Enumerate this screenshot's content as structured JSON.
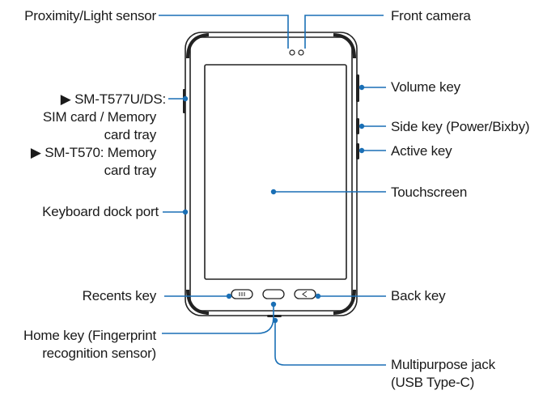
{
  "labels": {
    "proximity_sensor": "Proximity/Light sensor",
    "front_camera": "Front camera",
    "volume_key": "Volume key",
    "side_key": "Side key (Power/Bixby)",
    "active_key": "Active key",
    "sim_tray_line1": "▶ SM-T577U/DS:",
    "sim_tray_line2": "SIM card / Memory",
    "sim_tray_line3": "card tray",
    "mem_tray_line1": "▶ SM-T570: Memory",
    "mem_tray_line2": "card tray",
    "touchscreen": "Touchscreen",
    "keyboard_dock_port": "Keyboard dock port",
    "recents_key": "Recents key",
    "back_key": "Back key",
    "home_key_line1": "Home key (Fingerprint",
    "home_key_line2": "recognition sensor)",
    "multipurpose_jack_line1": "Multipurpose jack",
    "multipurpose_jack_line2": "(USB Type-C)"
  },
  "colors": {
    "callout": "#1a6fb5",
    "device_outline": "#222222",
    "text": "#1a1a1a"
  }
}
